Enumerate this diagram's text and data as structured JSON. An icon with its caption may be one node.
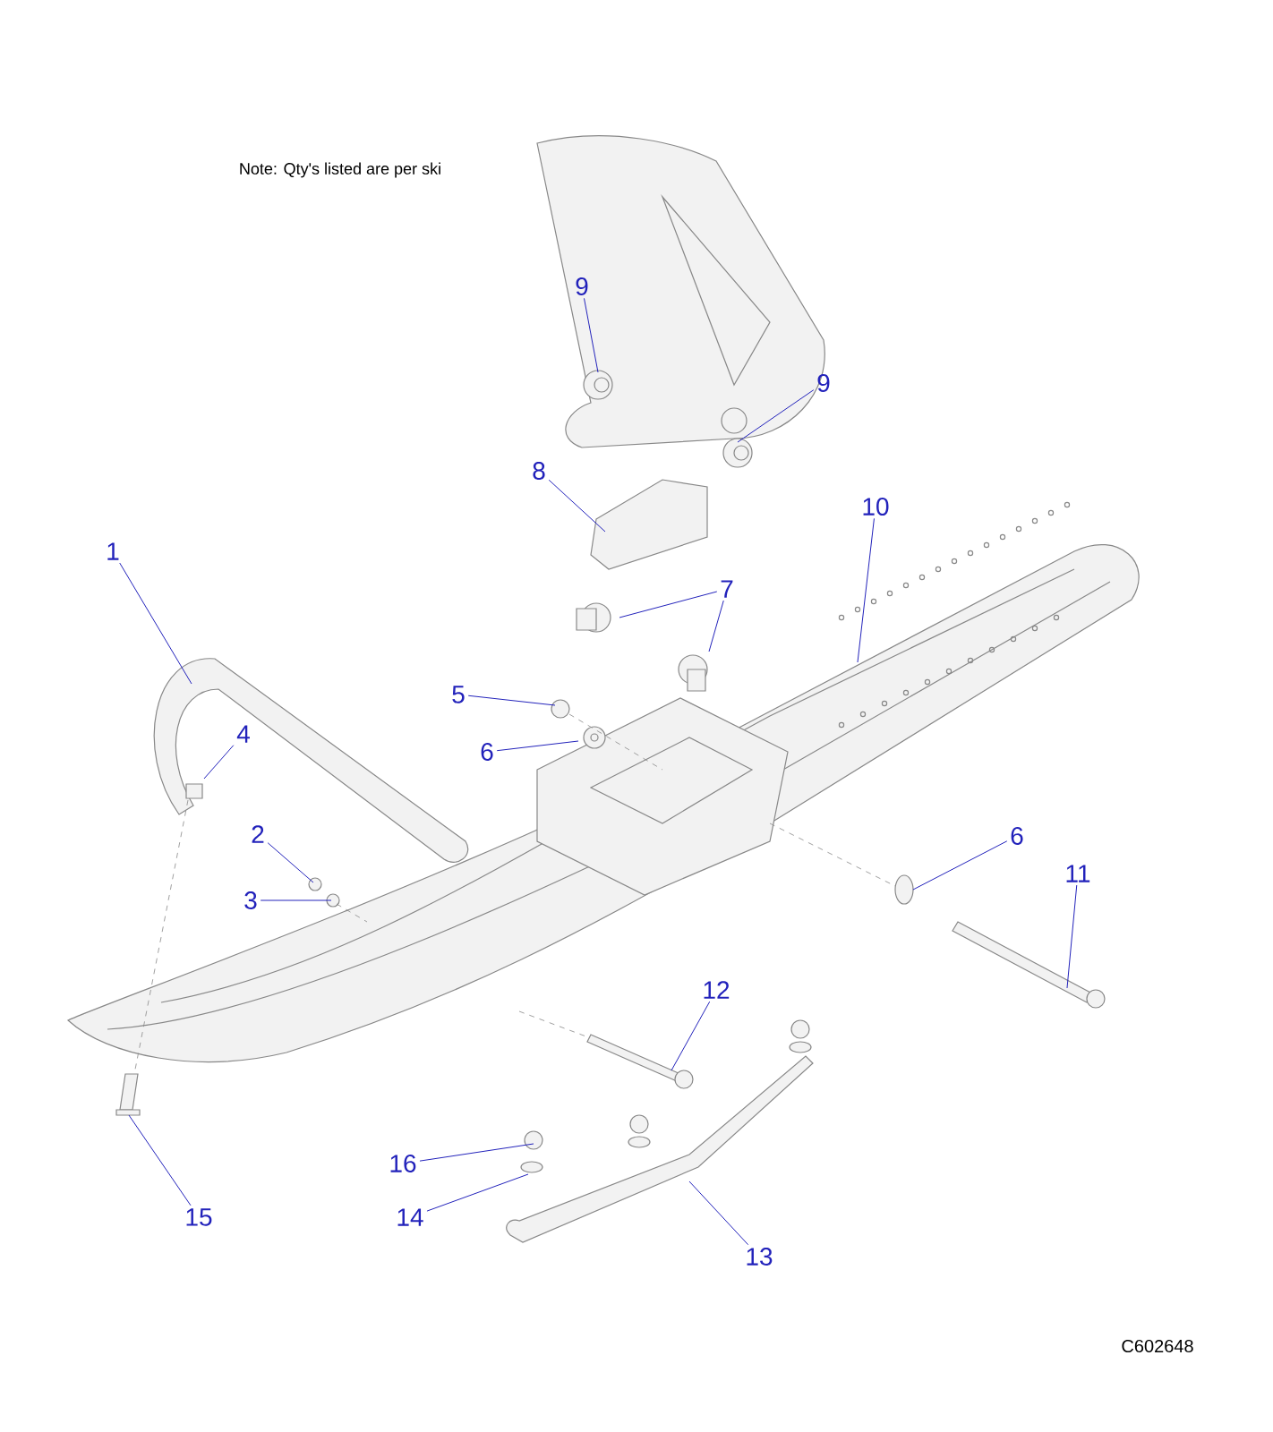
{
  "diagram": {
    "nodes": [
      {
        "text": [
          "1"
        ]
      },
      {
        "text": [
          "4"
        ]
      },
      {
        "text": [
          "2"
        ]
      },
      {
        "text": [
          "3"
        ]
      },
      {
        "text": [
          "5"
        ]
      },
      {
        "text": [
          "6"
        ]
      },
      {
        "text": [
          "7"
        ]
      },
      {
        "text": [
          "8"
        ]
      },
      {
        "text": [
          "9"
        ]
      },
      {
        "text": [
          "9"
        ]
      },
      {
        "text": [
          "10"
        ]
      },
      {
        "text": [
          "6"
        ]
      },
      {
        "text": [
          "11"
        ]
      },
      {
        "text": [
          "12"
        ]
      },
      {
        "text": [
          "13"
        ]
      },
      {
        "text": [
          "14"
        ]
      },
      {
        "text": [
          "15"
        ]
      },
      {
        "text": [
          "16"
        ]
      }
    ],
    "edges": [
      {
        "from": 0,
        "to": null,
        "arrow": "none"
      },
      {
        "from": 1,
        "to": null,
        "arrow": "none"
      },
      {
        "from": 2,
        "to": null,
        "arrow": "none"
      },
      {
        "from": 3,
        "to": null,
        "arrow": "none"
      },
      {
        "from": 4,
        "to": null,
        "arrow": "none"
      },
      {
        "from": 5,
        "to": null,
        "arrow": "none"
      },
      {
        "from": 6,
        "to": null,
        "arrow": "none"
      },
      {
        "from": 6,
        "to": null,
        "arrow": "none"
      },
      {
        "from": 7,
        "to": null,
        "arrow": "none"
      },
      {
        "from": 8,
        "to": null,
        "arrow": "none"
      },
      {
        "from": 9,
        "to": null,
        "arrow": "none"
      },
      {
        "from": 10,
        "to": null,
        "arrow": "none"
      },
      {
        "from": 11,
        "to": null,
        "arrow": "none"
      },
      {
        "from": 12,
        "to": null,
        "arrow": "none"
      },
      {
        "from": 13,
        "to": null,
        "arrow": "none"
      },
      {
        "from": 14,
        "to": null,
        "arrow": "none"
      },
      {
        "from": 15,
        "to": null,
        "arrow": "none"
      },
      {
        "from": 16,
        "to": null,
        "arrow": "none"
      },
      {
        "from": 17,
        "to": null,
        "arrow": "none"
      }
    ],
    "labels": [
      "Note: Qty's listed are per ski",
      "C602648"
    ]
  }
}
